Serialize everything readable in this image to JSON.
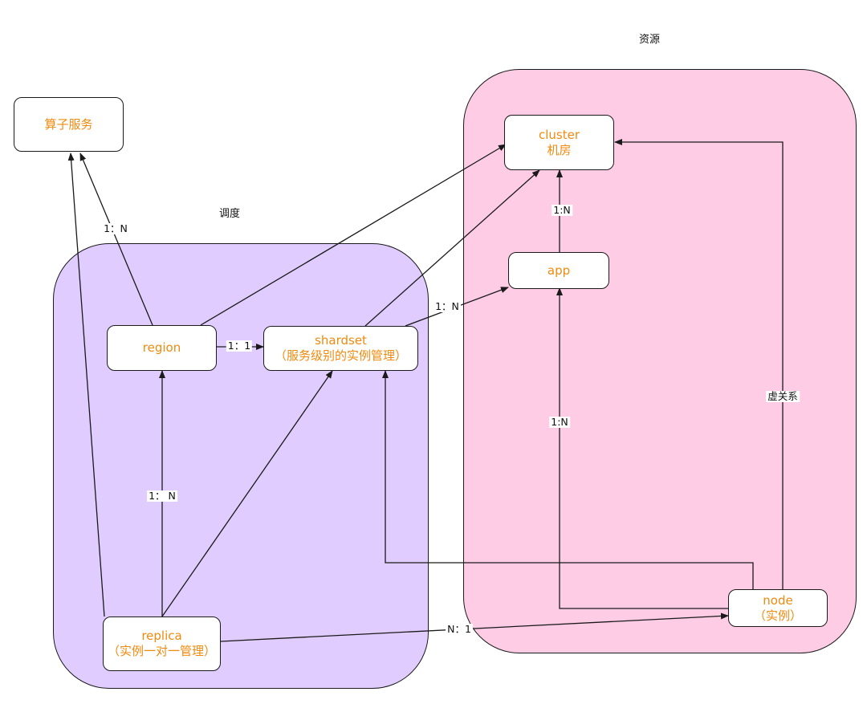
{
  "colors": {
    "resource_zone_fill": "#ffcce6",
    "schedule_zone_fill": "#e0ccff",
    "node_text": "#f08a0f",
    "line": "#1a1a1a"
  },
  "zones": {
    "resource": {
      "label": "资源"
    },
    "schedule": {
      "label": "调度"
    }
  },
  "nodes": {
    "operator_service": {
      "line1": "算子服务"
    },
    "cluster": {
      "line1": "cluster",
      "line2": "机房"
    },
    "app": {
      "line1": "app"
    },
    "region": {
      "line1": "region"
    },
    "shardset": {
      "line1": "shardset",
      "line2": "（服务级别的实例管理）"
    },
    "replica": {
      "line1": "replica",
      "line2": "（实例一对一管理）"
    },
    "node": {
      "line1": "node",
      "line2": "（实例）"
    }
  },
  "edge_labels": {
    "region_to_operator": "1：N",
    "app_to_cluster": "1:N",
    "shardset_to_app": "1：N",
    "region_to_shardset": "1：1",
    "replica_to_region": "1： N",
    "node_to_app": "1:N",
    "node_to_cluster": "虚关系",
    "replica_to_node": "N：1"
  }
}
